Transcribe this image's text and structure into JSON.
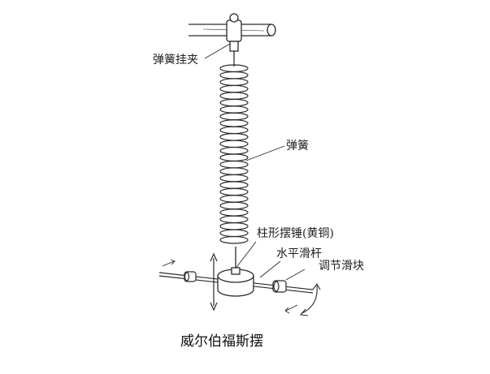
{
  "figure": {
    "labels": {
      "spring_clip": "弹簧挂夹",
      "spring": "弹簧",
      "bob": "柱形摆锤(黄铜)",
      "horizontal_rod": "水平滑杆",
      "slider": "调节滑块"
    },
    "caption": "威尔伯福斯摆"
  },
  "colors": {
    "ink": "#2a2a2a",
    "label": "#222222"
  }
}
